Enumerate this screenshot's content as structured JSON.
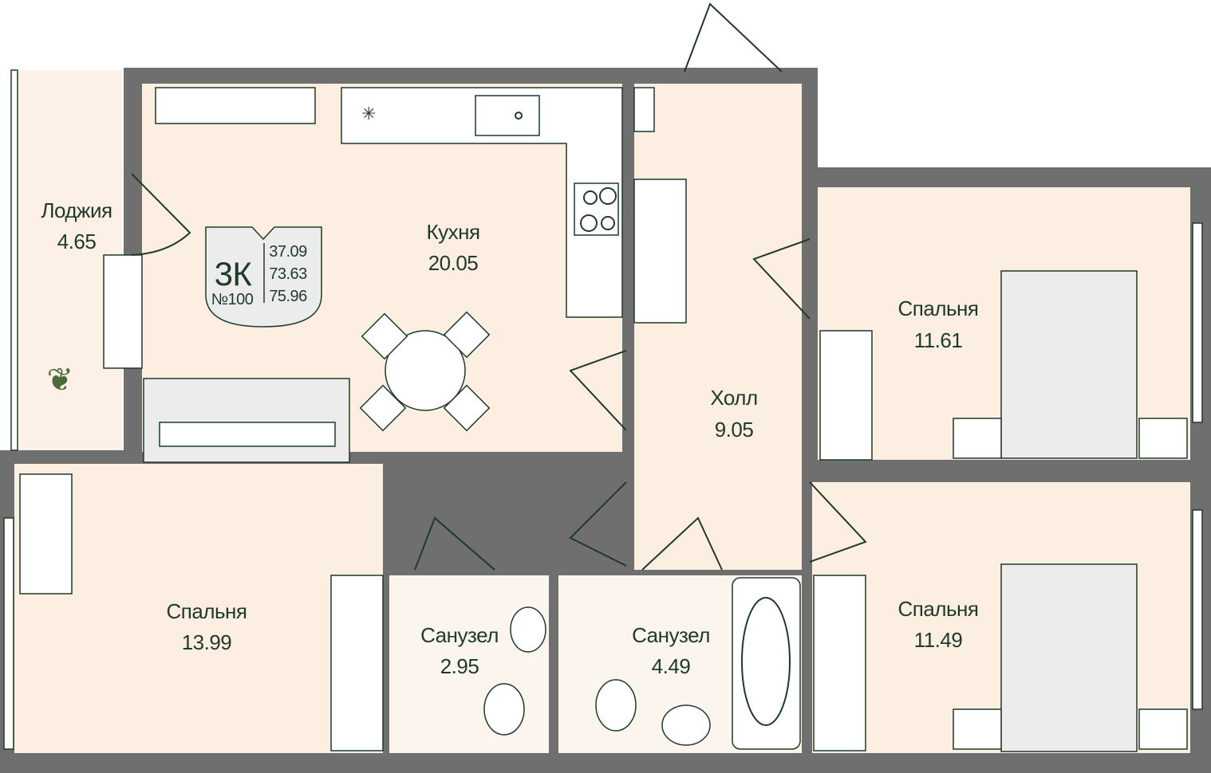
{
  "apartment": {
    "type": "3К",
    "number": "№100",
    "areas": [
      "37.09",
      "73.63",
      "75.96"
    ]
  },
  "rooms": {
    "loggia": {
      "name": "Лоджия",
      "area": "4.65"
    },
    "kitchen": {
      "name": "Кухня",
      "area": "20.05"
    },
    "hall": {
      "name": "Холл",
      "area": "9.05"
    },
    "bedroom_top_right": {
      "name": "Спальня",
      "area": "11.61"
    },
    "bedroom_bottom_right": {
      "name": "Спальня",
      "area": "11.49"
    },
    "bedroom_left": {
      "name": "Спальня",
      "area": "13.99"
    },
    "bathroom_small": {
      "name": "Санузел",
      "area": "2.95"
    },
    "bathroom_large": {
      "name": "Санузел",
      "area": "4.49"
    }
  },
  "colors": {
    "floor": "#fdeee2",
    "wall": "#6f6f6f",
    "ink": "#1f3a2a",
    "badge": "#ececec"
  }
}
